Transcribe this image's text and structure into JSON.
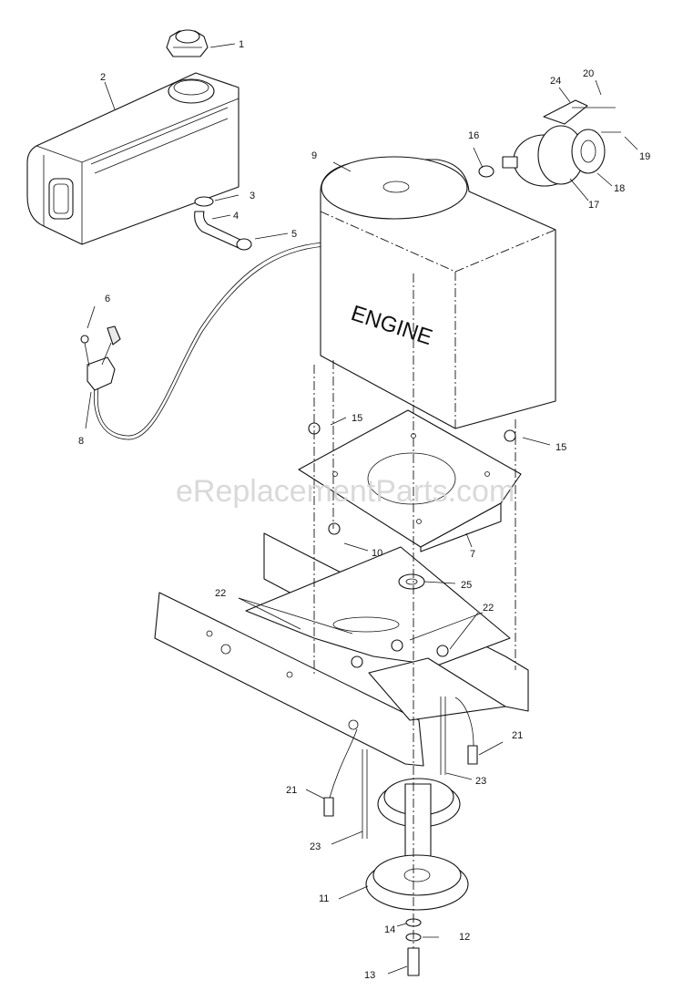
{
  "diagram": {
    "watermark": "eReplacementParts.com",
    "engine_label": "ENGINE",
    "callouts": {
      "c1": "1",
      "c2": "2",
      "c3": "3",
      "c4": "4",
      "c5": "5",
      "c6": "6",
      "c7": "7",
      "c8": "8",
      "c9": "9",
      "c10": "10",
      "c11": "11",
      "c12": "12",
      "c13": "13",
      "c14": "14",
      "c15a": "15",
      "c15b": "15",
      "c16": "16",
      "c17": "17",
      "c18": "18",
      "c19": "19",
      "c20": "20",
      "c21a": "21",
      "c21b": "21",
      "c22a": "22",
      "c22b": "22",
      "c23a": "23",
      "c23b": "23",
      "c24": "24",
      "c25": "25"
    }
  }
}
